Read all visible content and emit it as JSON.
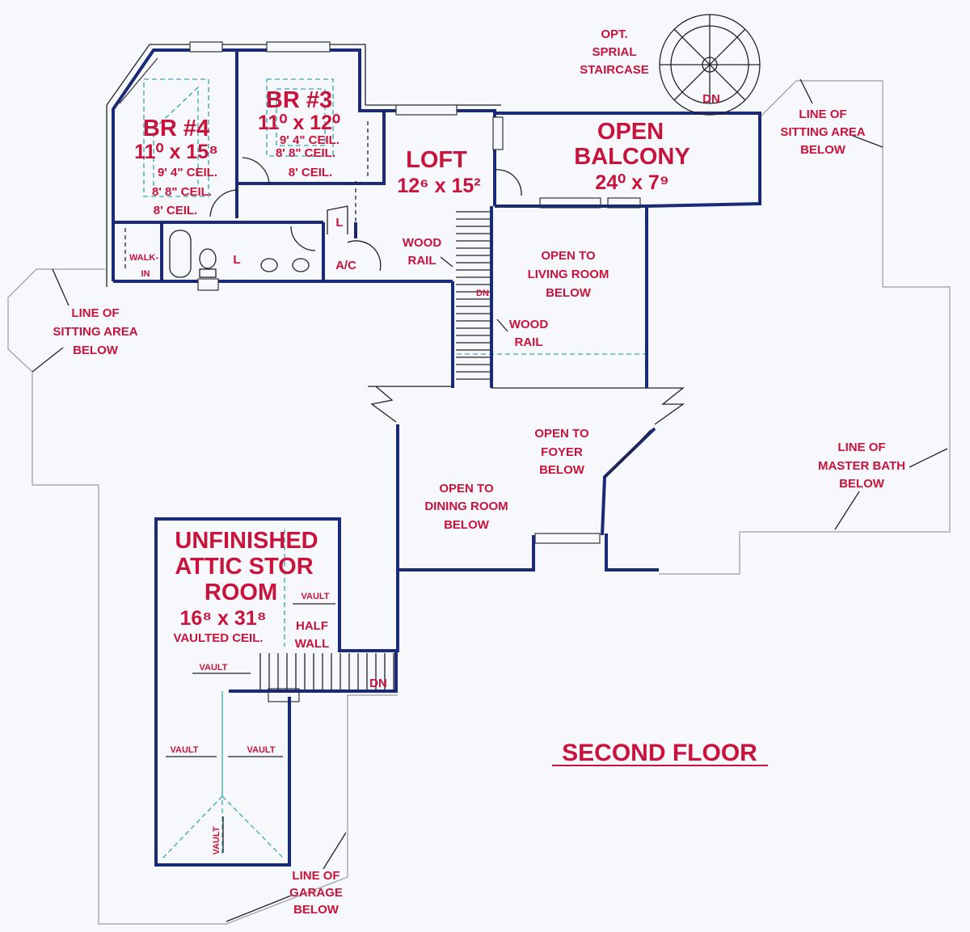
{
  "plan": {
    "title": "SECOND FLOOR",
    "rooms": {
      "br4": {
        "name": "BR #4",
        "size": "11⁰ x 15⁸",
        "ceil": [
          "9' 4\" CEIL.",
          "8' 8\" CEIL.",
          "8' CEIL."
        ]
      },
      "br3": {
        "name": "BR #3",
        "size": "11⁰ x 12⁰",
        "ceil": [
          "9' 4\" CEIL.",
          "8' 8\" CEIL.",
          "8' CEIL."
        ]
      },
      "loft": {
        "name": "LOFT",
        "size": "12⁶ x 15²"
      },
      "balcony": {
        "name": [
          "OPEN",
          "BALCONY"
        ],
        "size": "24⁰ x 7⁹"
      },
      "attic": {
        "name": [
          "UNFINISHED",
          "ATTIC STOR",
          "ROOM"
        ],
        "size": "16⁸ x 31⁸",
        "ceil": "VAULTED CEIL."
      }
    },
    "labels": {
      "spiral": [
        "OPT.",
        "SPRIAL",
        "STAIRCASE"
      ],
      "dn": "DN",
      "sitting_right": [
        "LINE OF",
        "SITTING AREA",
        "BELOW"
      ],
      "sitting_left": [
        "LINE OF",
        "SITTING AREA",
        "BELOW"
      ],
      "walkin": [
        "WALK-",
        "IN"
      ],
      "linen": "L",
      "ac": "A/C",
      "wood_rail": [
        "WOOD",
        "RAIL"
      ],
      "living": [
        "OPEN TO",
        "LIVING ROOM",
        "BELOW"
      ],
      "foyer": [
        "OPEN TO",
        "FOYER",
        "BELOW"
      ],
      "dining": [
        "OPEN TO",
        "DINING ROOM",
        "BELOW"
      ],
      "master_bath": [
        "LINE OF",
        "MASTER BATH",
        "BELOW"
      ],
      "garage": [
        "LINE OF",
        "GARAGE",
        "BELOW"
      ],
      "vault": "VAULT",
      "half_wall": [
        "HALF",
        "WALL"
      ]
    },
    "colors": {
      "wall": "#1b2a78",
      "text": "#c8143c",
      "ceiling_line": "#37a6b0"
    }
  }
}
